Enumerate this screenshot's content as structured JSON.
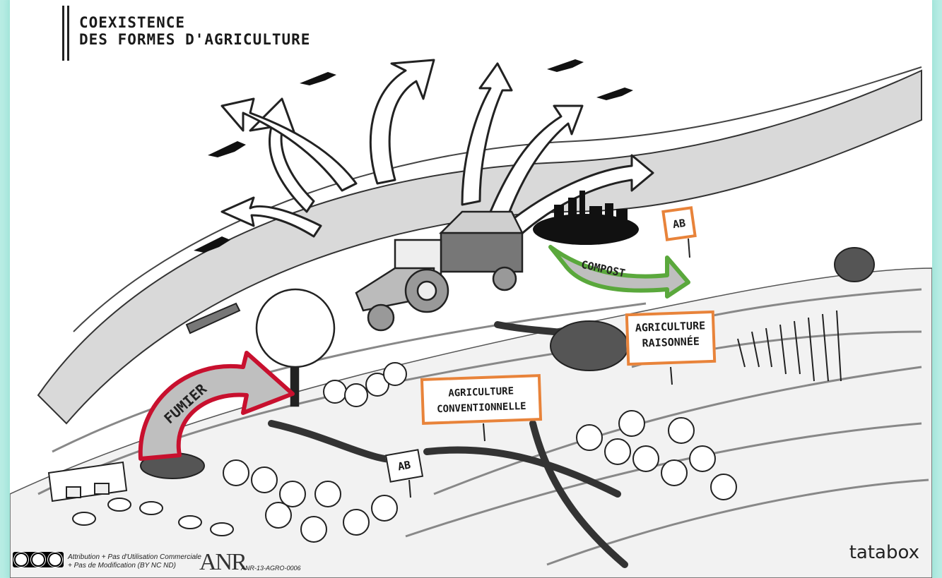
{
  "title": {
    "line1": "COEXISTENCE",
    "line2": "DES FORMES D'AGRICULTURE"
  },
  "arrows": {
    "fumier": "FUMIER",
    "compost": "COMPOST"
  },
  "signs": {
    "ab_top": "AB",
    "ab_bottom": "AB",
    "raisonnee_line1": "AGRICULTURE",
    "raisonnee_line2": "RAISONNÉE",
    "conv_line1": "AGRICULTURE",
    "conv_line2": "CONVENTIONNELLE"
  },
  "footer": {
    "license_line1": "Attribution + Pas d'Utilisation Commerciale",
    "license_line2": "+ Pas de Modification (BY NC ND)",
    "anr_logo": "ANR",
    "anr_code": "ANR-13-AGRO-0006",
    "brand": "tatabox"
  },
  "colors": {
    "background": "#b8ece4",
    "fumier_arrow": "#c8102e",
    "compost_arrow": "#5aa83c",
    "sign_border": "#e8833a"
  },
  "icons": [
    "airplane-icon",
    "tractor-icon",
    "city-skyline-icon",
    "tree-icon",
    "cow-icon",
    "barn-icon",
    "cc-license-icon"
  ]
}
